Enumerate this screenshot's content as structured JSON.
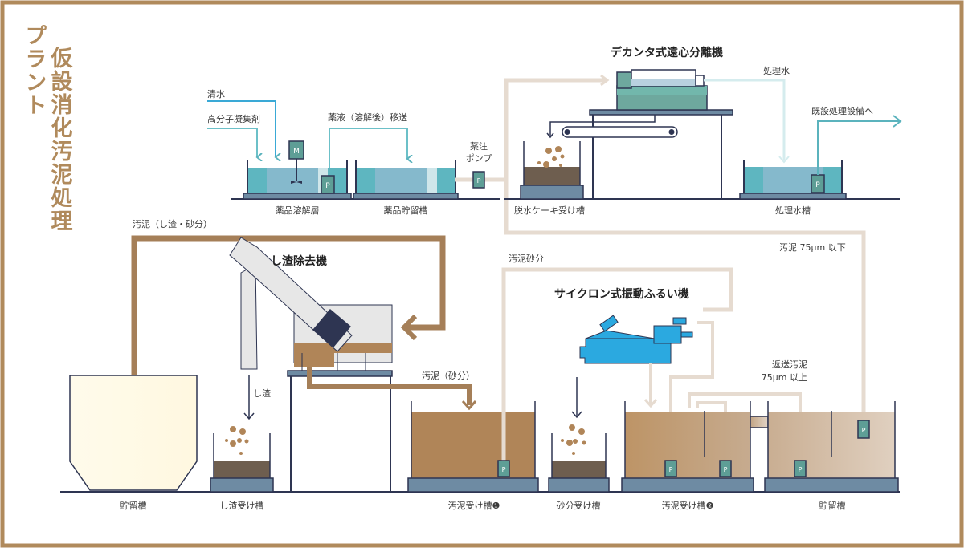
{
  "title": {
    "main": "仮設消化汚泥処理",
    "sub": "プラント"
  },
  "colors": {
    "frame": "#b08a5c",
    "ink": "#2e3552",
    "water": "#7fb6c8",
    "teal": "#5bb3bd",
    "sludge": "#b08558",
    "cake": "#6e5e4f",
    "pipe_light": "#e6dbd0",
    "pipe_brown": "#a57f58",
    "cyclone": "#2ba9e0",
    "base": "#6e8ba3",
    "pump": "#5e9e96"
  },
  "machines": {
    "decanter": "デカンタ式遠心分離機",
    "screen": "し渣除去機",
    "cyclone": "サイクロン式振動ふるい機"
  },
  "flows": {
    "clear_water": "清水",
    "polymer": "高分子凝集剤",
    "chem_transfer": "薬液（溶解後）移送",
    "chem_pump_line1": "薬注",
    "chem_pump_line2": "ポンプ",
    "treated_water": "処理水",
    "to_existing": "既設処理設備へ",
    "sludge_screenings_sand": "汚泥（し渣・砂分）",
    "screenings": "し渣",
    "sludge_sand": "汚泥（砂分）",
    "sludge_sand_fraction": "汚泥砂分",
    "sludge_under75": "汚泥 75μm 以下",
    "return_line1": "返送汚泥",
    "return_line2": "75μm 以上"
  },
  "tanks": {
    "chem_dissolve": "薬品溶解層",
    "chem_storage": "薬品貯留槽",
    "cake_receiver": "脱水ケーキ受け槽",
    "treated_tank": "処理水槽",
    "storage_left": "貯留槽",
    "screenings_receiver": "し渣受け槽",
    "sludge_receiver1": "汚泥受け槽❶",
    "sand_receiver": "砂分受け槽",
    "sludge_receiver2": "汚泥受け槽❷",
    "storage_right": "貯留槽"
  },
  "icons": {
    "pump": "P",
    "motor": "M"
  }
}
